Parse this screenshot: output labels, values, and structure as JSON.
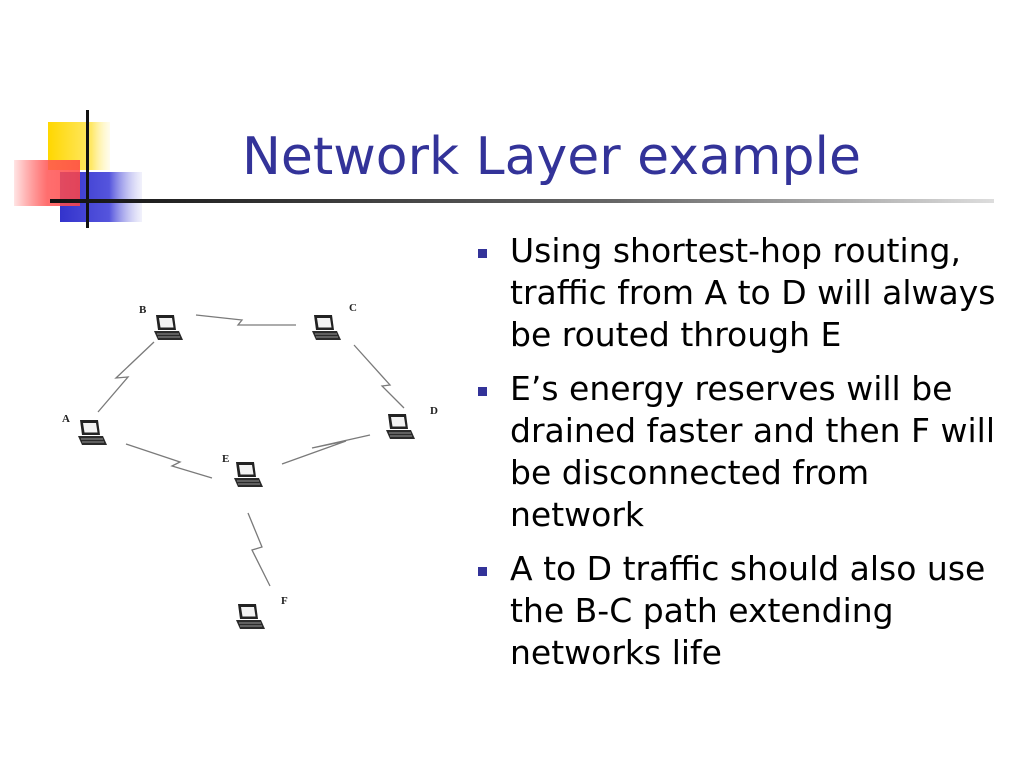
{
  "slide": {
    "title": "Network Layer example",
    "accent_color": "#333399",
    "bullets": [
      "Using shortest-hop routing, traffic from A to D will always be routed through E",
      "E’s energy reserves will be drained faster and then F will be disconnected from network",
      "A to D traffic should also use the B-C path extending networks life"
    ]
  },
  "diagram": {
    "nodes": [
      {
        "id": "A",
        "label": "A",
        "icon": "laptop-icon"
      },
      {
        "id": "B",
        "label": "B",
        "icon": "laptop-icon"
      },
      {
        "id": "C",
        "label": "C",
        "icon": "laptop-icon"
      },
      {
        "id": "D",
        "label": "D",
        "icon": "laptop-icon"
      },
      {
        "id": "E",
        "label": "E",
        "icon": "laptop-icon"
      },
      {
        "id": "F",
        "label": "F",
        "icon": "laptop-icon"
      }
    ],
    "links": [
      {
        "from": "A",
        "to": "B"
      },
      {
        "from": "B",
        "to": "C"
      },
      {
        "from": "C",
        "to": "D"
      },
      {
        "from": "A",
        "to": "E"
      },
      {
        "from": "E",
        "to": "D"
      },
      {
        "from": "E",
        "to": "F"
      }
    ]
  }
}
